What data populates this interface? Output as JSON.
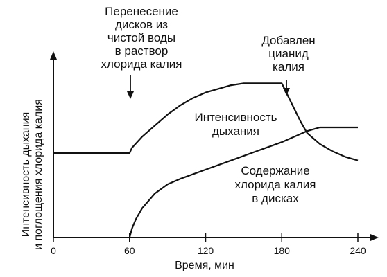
{
  "chart_data": {
    "type": "line",
    "xlabel": "Время, мин",
    "ylabel_lines": [
      "Интенсивность дыхания",
      "и поглощения хлорида калия"
    ],
    "xlim": [
      0,
      240
    ],
    "ylim": [
      0,
      100
    ],
    "x_ticks": [
      0,
      60,
      120,
      180,
      240
    ],
    "grid": false,
    "series": [
      {
        "name": "Интенсивность дыхания",
        "label_lines": [
          "Интенсивность",
          "дыхания"
        ],
        "x": [
          0,
          60,
          62,
          70,
          80,
          90,
          100,
          110,
          120,
          130,
          140,
          150,
          160,
          170,
          180,
          185,
          190,
          195,
          200,
          210,
          220,
          230,
          240
        ],
        "y": [
          46,
          46,
          49,
          55,
          61,
          67,
          72,
          76,
          79,
          81,
          83,
          84,
          84,
          84,
          84,
          77,
          70,
          63,
          57,
          51,
          47,
          44,
          42
        ]
      },
      {
        "name": "Содержание хлорида калия в дисках",
        "label_lines": [
          "Содержание",
          "хлорида калия",
          "в дисках"
        ],
        "x": [
          60,
          62,
          65,
          70,
          80,
          90,
          100,
          120,
          140,
          160,
          180,
          200,
          210,
          220,
          230,
          240
        ],
        "y": [
          0,
          5,
          10,
          16,
          24,
          29,
          32,
          37,
          42,
          47,
          52,
          58,
          60,
          60,
          60,
          60
        ]
      }
    ],
    "annotations": [
      {
        "label_lines": [
          "Перенесение",
          "дисков из",
          "чистой воды",
          "в раствор",
          "хлорида калия"
        ],
        "x": 60,
        "arrow": "down"
      },
      {
        "label_lines": [
          "Добавлен",
          "цианид",
          "калия"
        ],
        "x": 180,
        "arrow": "down"
      }
    ]
  }
}
